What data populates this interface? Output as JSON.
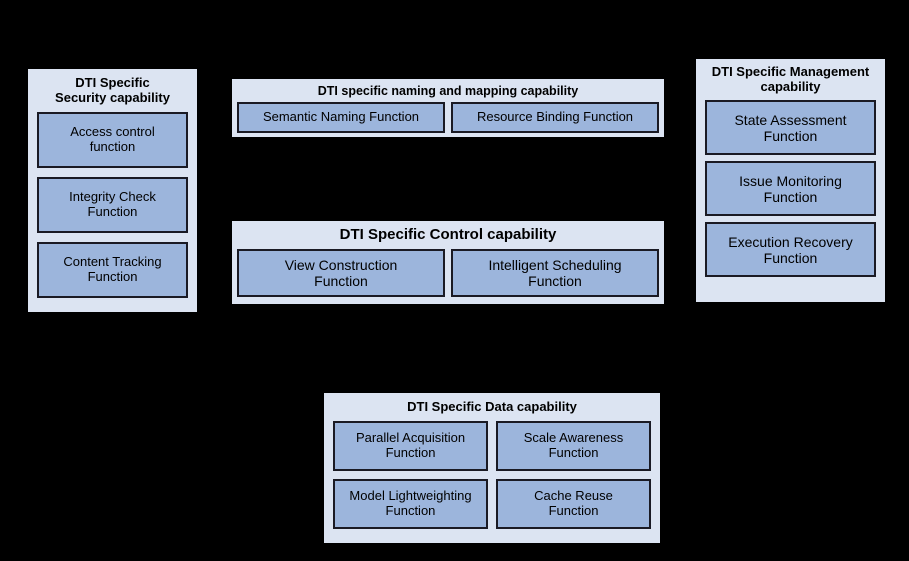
{
  "diagram": {
    "background_color": "#000000",
    "panel_fill": "#dce4f2",
    "function_fill": "#9cb5dc",
    "border_color": "#000000",
    "panels": [
      {
        "id": "security",
        "title": "DTI Specific Security capability",
        "title_lines": [
          "DTI Specific",
          "Security capability"
        ],
        "layout": "stack",
        "functions": [
          {
            "label_lines": [
              "Access control",
              "function"
            ],
            "label": "Access control function"
          },
          {
            "label_lines": [
              "Integrity Check",
              "Function"
            ],
            "label": "Integrity Check Function"
          },
          {
            "label_lines": [
              "Content Tracking",
              "Function"
            ],
            "label": "Content Tracking Function"
          }
        ]
      },
      {
        "id": "naming",
        "title": "DTI specific naming and mapping capability",
        "title_lines": [
          "DTI specific naming and mapping capability"
        ],
        "layout": "row",
        "functions": [
          {
            "label_lines": [
              "Semantic Naming Function"
            ],
            "label": "Semantic Naming Function"
          },
          {
            "label_lines": [
              "Resource Binding Function"
            ],
            "label": "Resource Binding Function"
          }
        ]
      },
      {
        "id": "control",
        "title": "DTI Specific Control capability",
        "title_lines": [
          "DTI Specific Control capability"
        ],
        "layout": "row",
        "functions": [
          {
            "label_lines": [
              "View Construction",
              "Function"
            ],
            "label": "View Construction Function"
          },
          {
            "label_lines": [
              "Intelligent Scheduling",
              "Function"
            ],
            "label": "Intelligent Scheduling Function"
          }
        ]
      },
      {
        "id": "management",
        "title": "DTI Specific Management capability",
        "title_lines": [
          "DTI Specific Management",
          "capability"
        ],
        "layout": "stack",
        "functions": [
          {
            "label_lines": [
              "State Assessment",
              "Function"
            ],
            "label": "State Assessment Function"
          },
          {
            "label_lines": [
              "Issue Monitoring",
              "Function"
            ],
            "label": "Issue Monitoring Function"
          },
          {
            "label_lines": [
              "Execution Recovery",
              "Function"
            ],
            "label": "Execution Recovery Function"
          }
        ]
      },
      {
        "id": "data",
        "title": "DTI Specific Data capability",
        "title_lines": [
          "DTI Specific Data capability"
        ],
        "layout": "grid",
        "functions": [
          {
            "label_lines": [
              "Parallel Acquisition",
              "Function"
            ],
            "label": "Parallel Acquisition Function"
          },
          {
            "label_lines": [
              "Scale Awareness",
              "Function"
            ],
            "label": "Scale Awareness Function"
          },
          {
            "label_lines": [
              "Model Lightweighting",
              "Function"
            ],
            "label": "Model Lightweighting Function"
          },
          {
            "label_lines": [
              "Cache Reuse",
              "Function"
            ],
            "label": "Cache Reuse Function"
          }
        ]
      }
    ]
  }
}
